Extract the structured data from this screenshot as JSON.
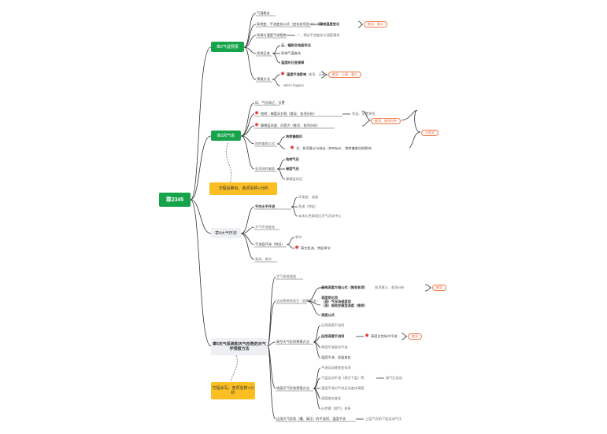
{
  "root": "章2345",
  "chapters": {
    "c2": "章2气温预报",
    "c3": "章3风气象",
    "c3_note": "方程会推出、各项名称+分析",
    "c4": "章4大气环流",
    "c5": "章5天气系统和天气形势的天气学预报方法",
    "c5_note": "方程会写，各项名称+分析"
  },
  "c2_items": {
    "i1": "气温概念",
    "i2": "局地变、平流变化公式（变化各项含义）、意义",
    "i2b": "局地温度变化",
    "i2_tag": "推导、意义",
    "i3": "局地与温度平流相关",
    "i3b": "一、理论平流变化与温度相关",
    "i4": "局地日变",
    "i4a": "云、辐射及地面状况",
    "i4b": "局地气温变化",
    "i4c": "温度的日变规律",
    "i5": "预报方法",
    "i5a": "温度平流影响",
    "i5a2": "推导、示意",
    "i5a_tag": "推导、示意、意义",
    "i5b": "which happen"
  },
  "c3_items": {
    "i1": "风、气压场之、位置",
    "i2": "地转、梯度风方程（推导、各项分析）",
    "i2b": "包括、位置关系",
    "i2_tag": "推导、各项分析",
    "i3": "摩擦层风变、风受力（推导、各项分析）",
    "i4": "地转偏差公式",
    "i4a": "地转偏差风",
    "i4b": "式、各项意义与结论（500hpa）、地转偏差风的影响",
    "i5": "各项地转偏差",
    "i5a": "地转气压",
    "i5b": "梯度气压",
    "i5c": "摩擦层风压",
    "big_tag": "方程式"
  },
  "c4_items": {
    "i1": "平均水平环流",
    "i1a": "环流型、成因",
    "i1b": "急流（特征）",
    "i1c": "半永久性高低压大气活动中心",
    "i2": "大气环流变化",
    "i3": "平流层环流（特征）",
    "i3a": "季节",
    "i3b": "高空急流、特征季节",
    "i4": "季风、季节"
  },
  "c5_items": {
    "i1": "大气系统演变",
    "i2": "运动系统的发生（各种方法）",
    "i2a": "局地涡度方程公式（推导各项）",
    "i2a2": "各项意义、各项分析",
    "i2a_tag": "推导",
    "i2b1": "涡度变化项",
    "i2b2": "（涡）气压场速度项",
    "i2b3": "（涡）局地发展型涡度（推导）",
    "i2c": "涡度公式",
    "i3": "高空天气形势预报方法",
    "i3a": "运用高度平流项",
    "i3b": "运用涡度平流项",
    "i3b2": "高度位势场中平流",
    "i3b_tag": "推导",
    "i3c": "厚度平流高空平流",
    "i3d": "温度平流、发展变化",
    "i4": "地面天气形势预报方法",
    "i4a": "平流运动改变变化项",
    "i4b": "下层运动平流（高空下层）等",
    "i4b2": "高气压运动",
    "i4c": "温度平流对平流运动变化高度",
    "i4d": "涡度变化变化",
    "i4e": "分步骤（地气）关系",
    "i5": "运用天气形势（槽、高压）的平流项、温度平流",
    "i5b": "上层气压的下层运动气压"
  }
}
